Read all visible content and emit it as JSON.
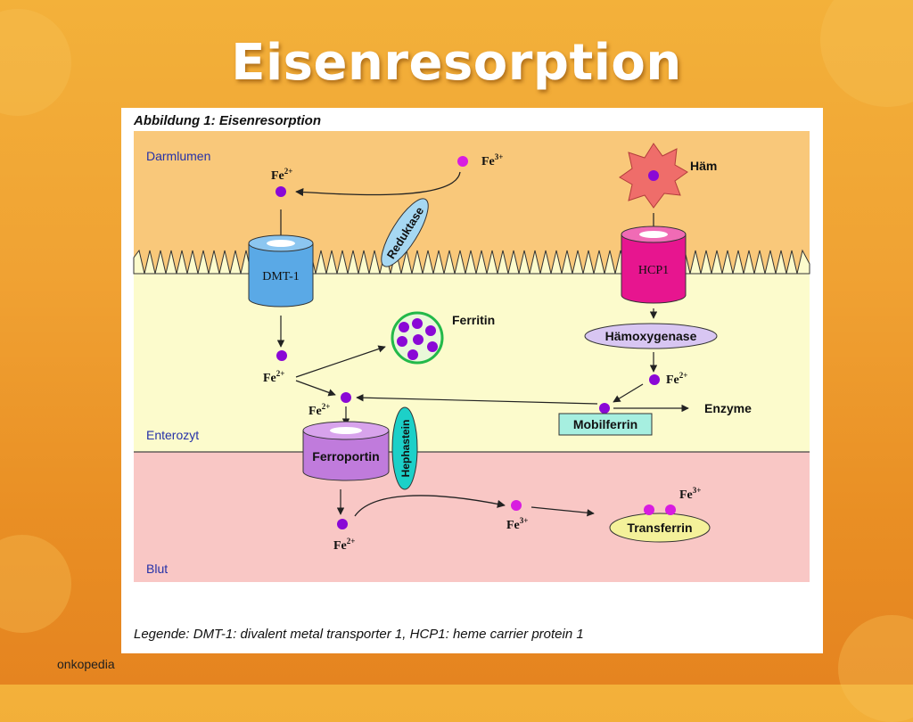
{
  "slide": {
    "title": "Eisenresorption",
    "footer": "onkopedia"
  },
  "figure": {
    "caption": "Abbildung 1: Eisenresorption",
    "legend": "Legende: DMT-1: divalent metal transporter 1, HCP1: heme carrier protein 1",
    "zones": {
      "lumen": "Darmlumen",
      "enterocyte": "Enterozyt",
      "blood": "Blut"
    },
    "labels": {
      "fe": "Fe",
      "charge2": "2+",
      "charge3": "3+",
      "haem": "Häm",
      "reductase": "Reduktase",
      "dmt1": "DMT-1",
      "hcp1": "HCP1",
      "ferritin": "Ferritin",
      "haemoxygenase": "Hämoxygenase",
      "mobilferrin": "Mobilferrin",
      "enzymes": "Enzyme",
      "ferroportin": "Ferroportin",
      "hephaestin": "Hephastein",
      "transferrin": "Transferrin"
    },
    "colors": {
      "lumen": "#f9c87a",
      "enterocyte": "#fcfbcc",
      "blood": "#f9c7c5",
      "iron_dot": "#8a08d6",
      "fe3_dot": "#d81ce0",
      "dmt1": "#5aa9e6",
      "hcp1": "#e7158f",
      "ferroportin": "#c07bdc",
      "hephaestin": "#1cd0c8",
      "ferritin": "#23b94a",
      "haemoxygenase": "#d8c6f2",
      "mobilferrin": "#a6efe0",
      "transferrin": "#f4f19a",
      "haem": "#ef6d6a"
    }
  }
}
